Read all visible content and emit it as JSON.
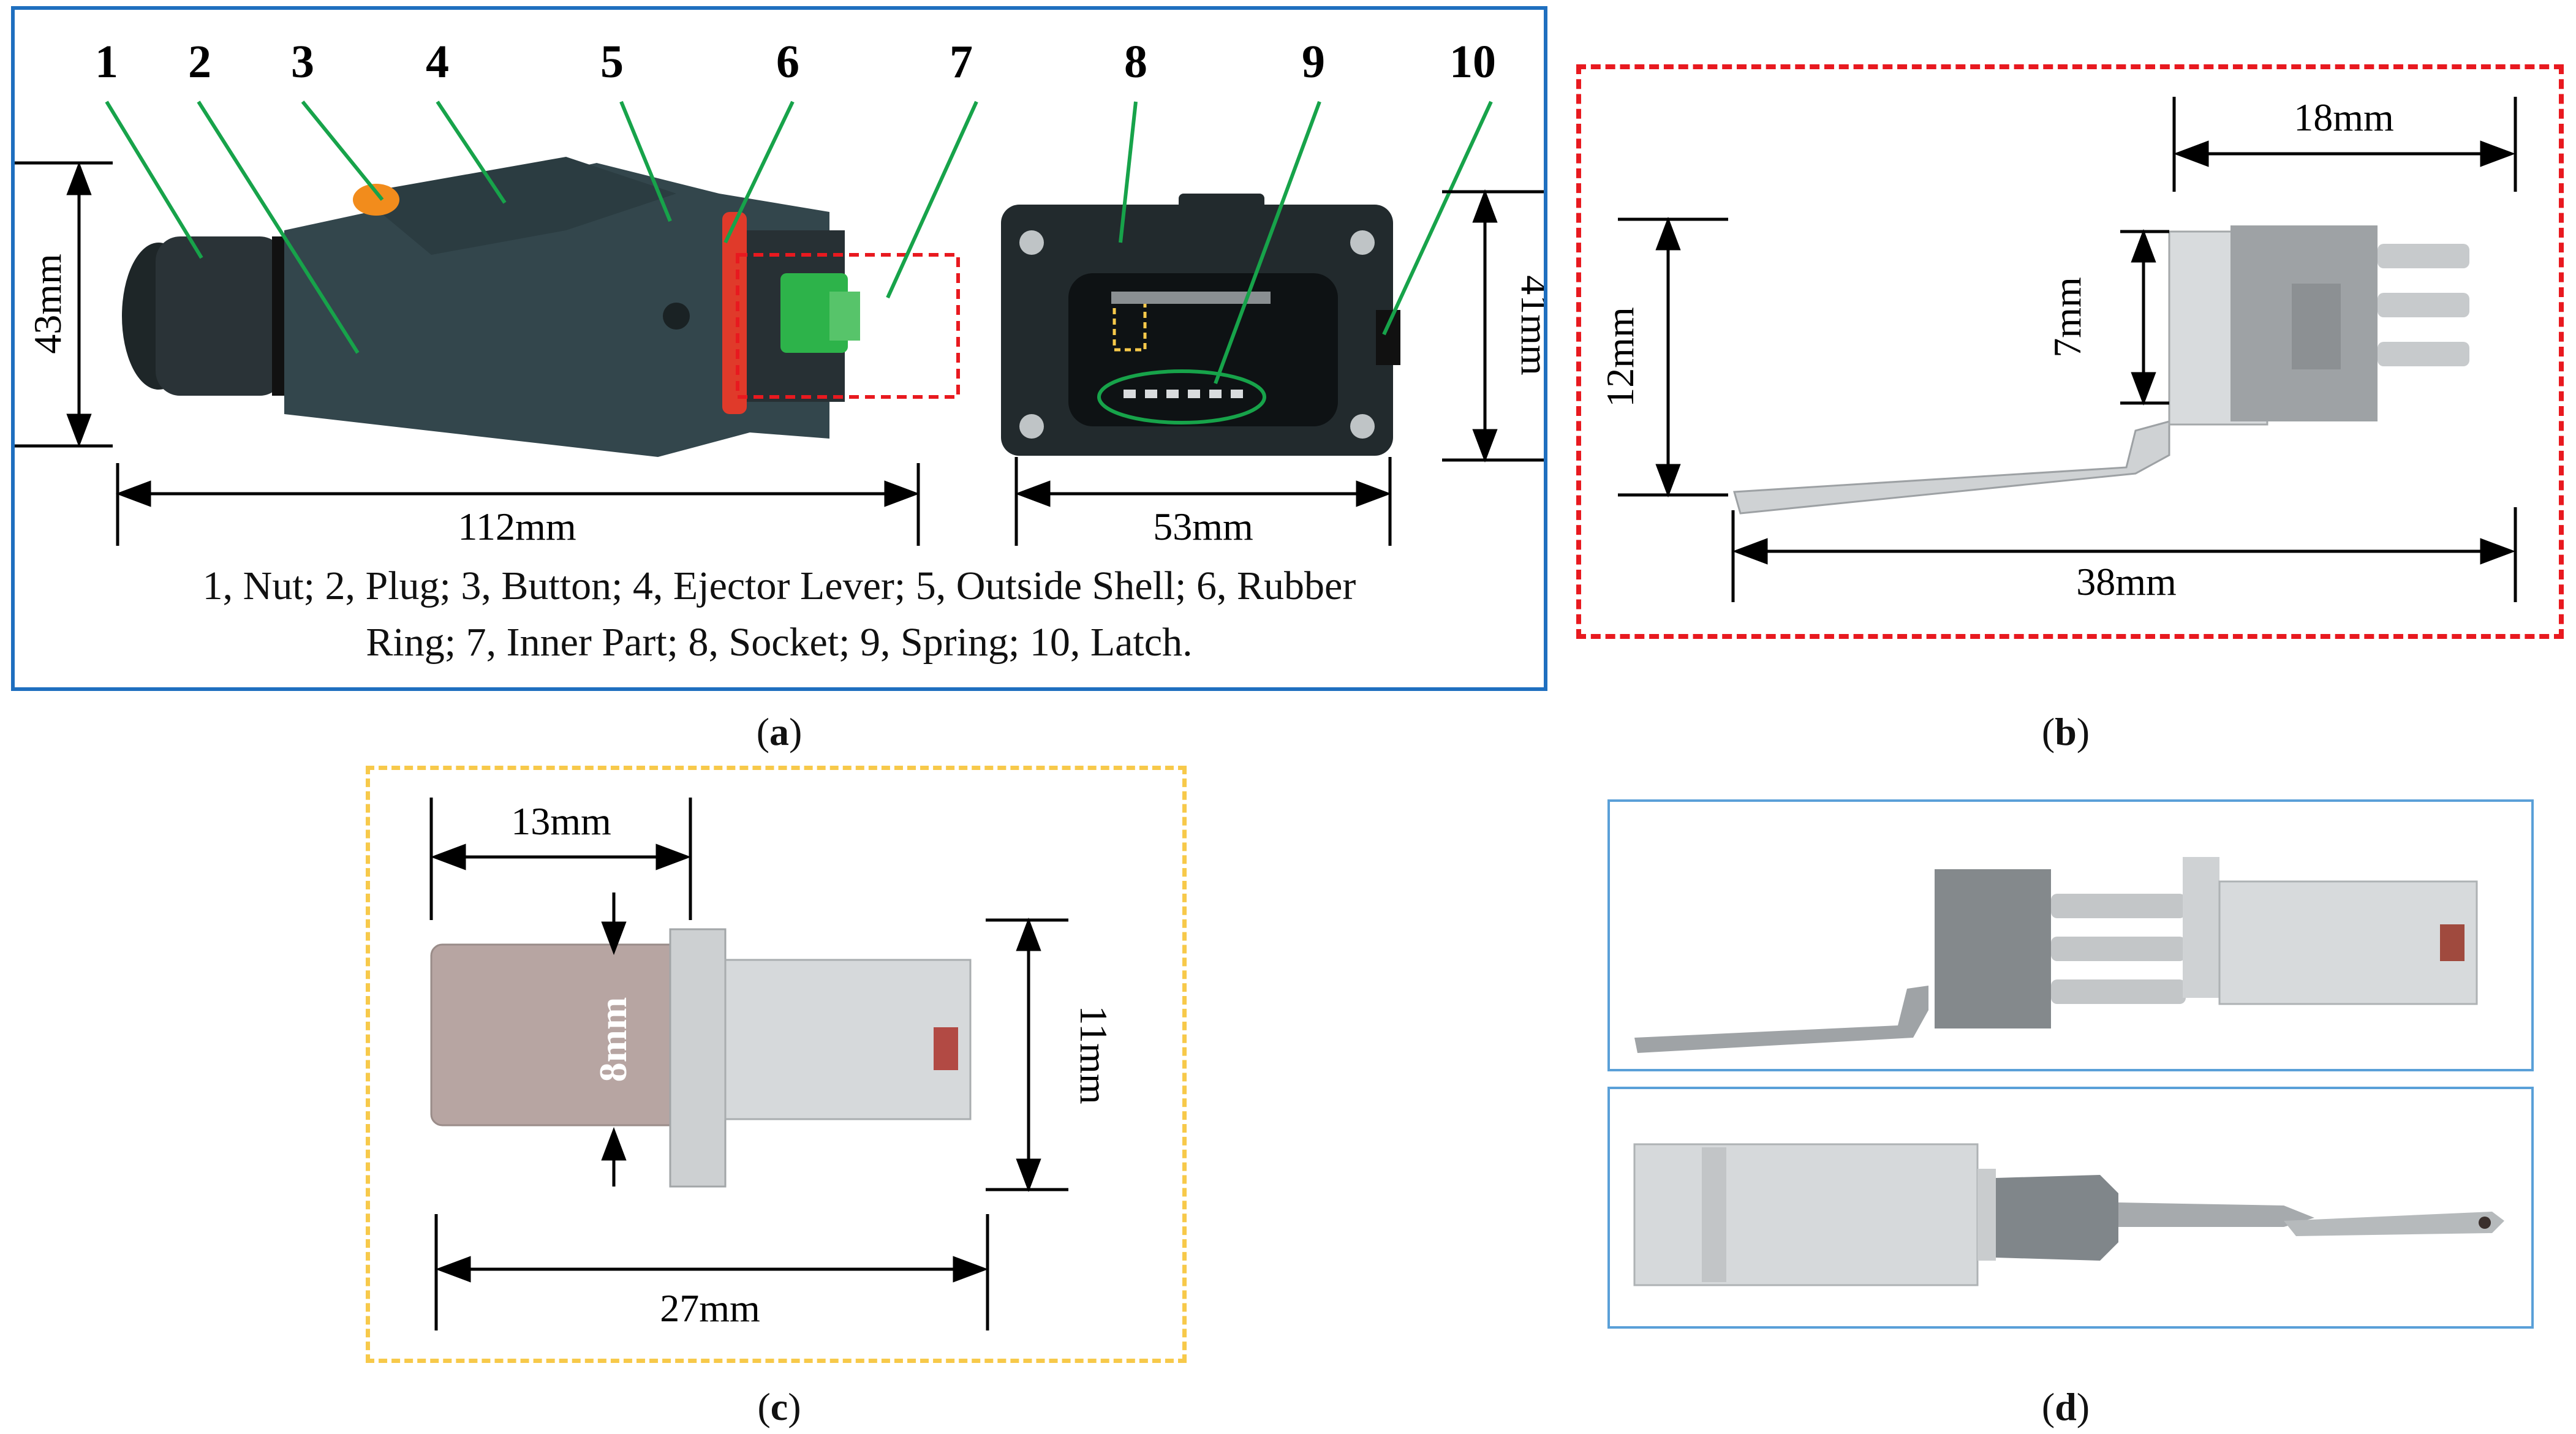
{
  "panel_a": {
    "part_numbers": [
      "1",
      "2",
      "3",
      "4",
      "5",
      "6",
      "7",
      "8",
      "9",
      "10"
    ],
    "dims": {
      "height_plug": "43mm",
      "length_plug": "112mm",
      "width_socket": "53mm",
      "height_socket": "41mm"
    },
    "legend_line1": "1, Nut; 2, Plug; 3, Button; 4, Ejector Lever; 5, Outside Shell; 6, Rubber",
    "legend_line2": "Ring; 7, Inner Part; 8, Socket; 9, Spring; 10, Latch.",
    "caption_letter": "a"
  },
  "panel_b": {
    "dims": {
      "top": "18mm",
      "left": "12mm",
      "inner": "7mm",
      "bottom": "38mm"
    },
    "caption_letter": "b"
  },
  "panel_c": {
    "dims": {
      "top": "13mm",
      "inner": "8mm",
      "right": "11mm",
      "bottom": "27mm"
    },
    "caption_letter": "c"
  },
  "panel_d": {
    "caption_letter": "d"
  },
  "colors": {
    "panel_a_border": "#1f6fbf",
    "panel_b_border": "#e8191f",
    "panel_c_border": "#f7c94a",
    "panel_d_border": "#5aa0d8",
    "leader_lines": "#17a34a",
    "connector_body": "#2f3a3f",
    "button_orange": "#f28c1c",
    "inner_part_green": "#2db34a",
    "metal": "#c9ccce"
  }
}
